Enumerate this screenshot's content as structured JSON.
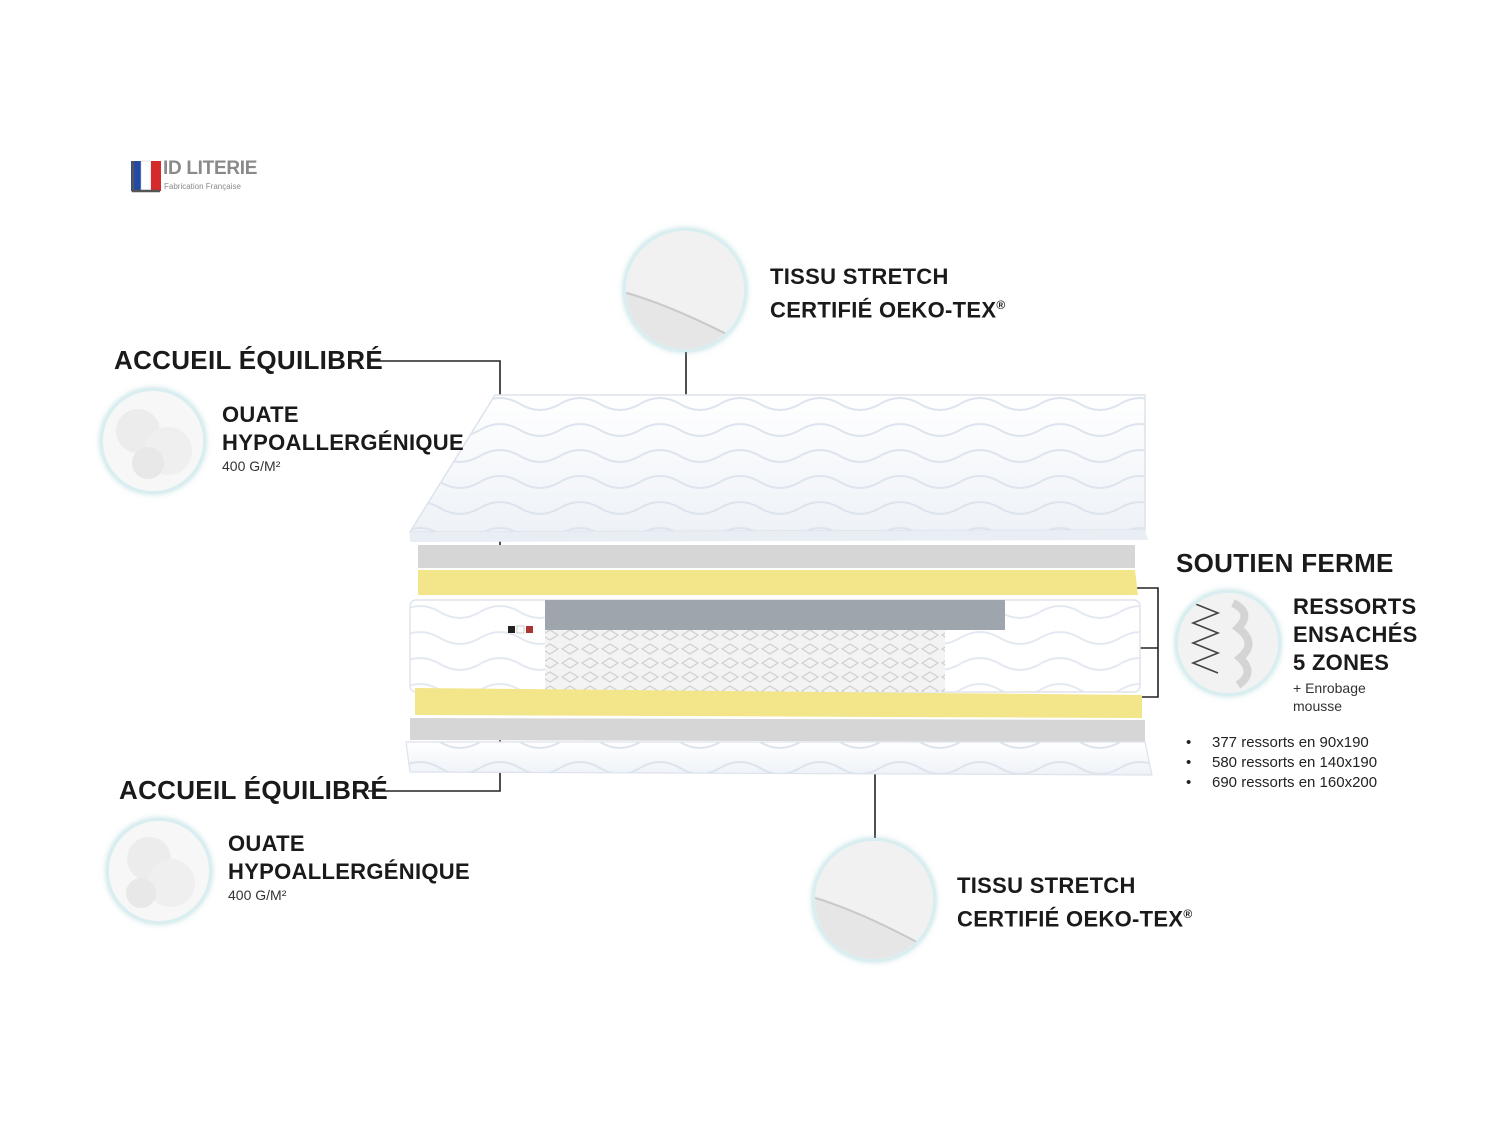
{
  "logo": {
    "brand": "ID LITERIE",
    "tagline": "Fabrication Française"
  },
  "top_fabric": {
    "title_line1": "TISSU STRETCH",
    "title_line2": "CERTIFIÉ OEKO-TEX",
    "mark": "®"
  },
  "comfort_top": {
    "heading": "ACCUEIL ÉQUILIBRÉ",
    "title_line1": "OUATE",
    "title_line2": "HYPOALLERGÉNIQUE",
    "detail": "400 G/M²"
  },
  "support": {
    "heading": "SOUTIEN FERME",
    "title_line1": "RESSORTS",
    "title_line2": "ENSACHÉS",
    "title_line3": "5 ZONES",
    "detail_line1": "+ Enrobage",
    "detail_line2": "mousse",
    "spring_counts": [
      "377 ressorts en 90x190",
      "580 ressorts en 140x190",
      "690 ressorts en 160x200"
    ]
  },
  "comfort_bottom": {
    "heading": "ACCUEIL ÉQUILIBRÉ",
    "title_line1": "OUATE",
    "title_line2": "HYPOALLERGÉNIQUE",
    "detail": "400 G/M²"
  },
  "bottom_fabric": {
    "title_line1": "TISSU STRETCH",
    "title_line2": "CERTIFIÉ OEKO-TEX",
    "mark": "®"
  },
  "colors": {
    "foam_yellow": "#f2e58a",
    "ouate_grey": "#d6d6d6",
    "line": "#222222",
    "accent_ring": "#d8eef0"
  }
}
